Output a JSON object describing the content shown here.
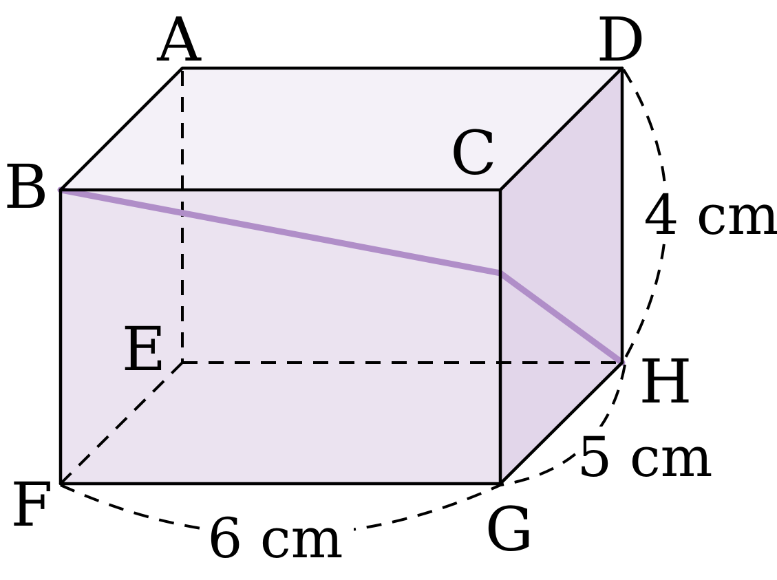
{
  "figure": {
    "vertices": {
      "A": "A",
      "B": "B",
      "C": "C",
      "D": "D",
      "E": "E",
      "F": "F",
      "G": "G",
      "H": "H"
    },
    "dimensions": {
      "height": "4 cm",
      "depth": "5 cm",
      "width": "6 cm"
    }
  },
  "colors": {
    "front_face": "#ebe3f0",
    "top_face": "#f4f1f8",
    "right_face": "#e2d6ea",
    "path": "#b08ec8",
    "edges": "#000000"
  }
}
